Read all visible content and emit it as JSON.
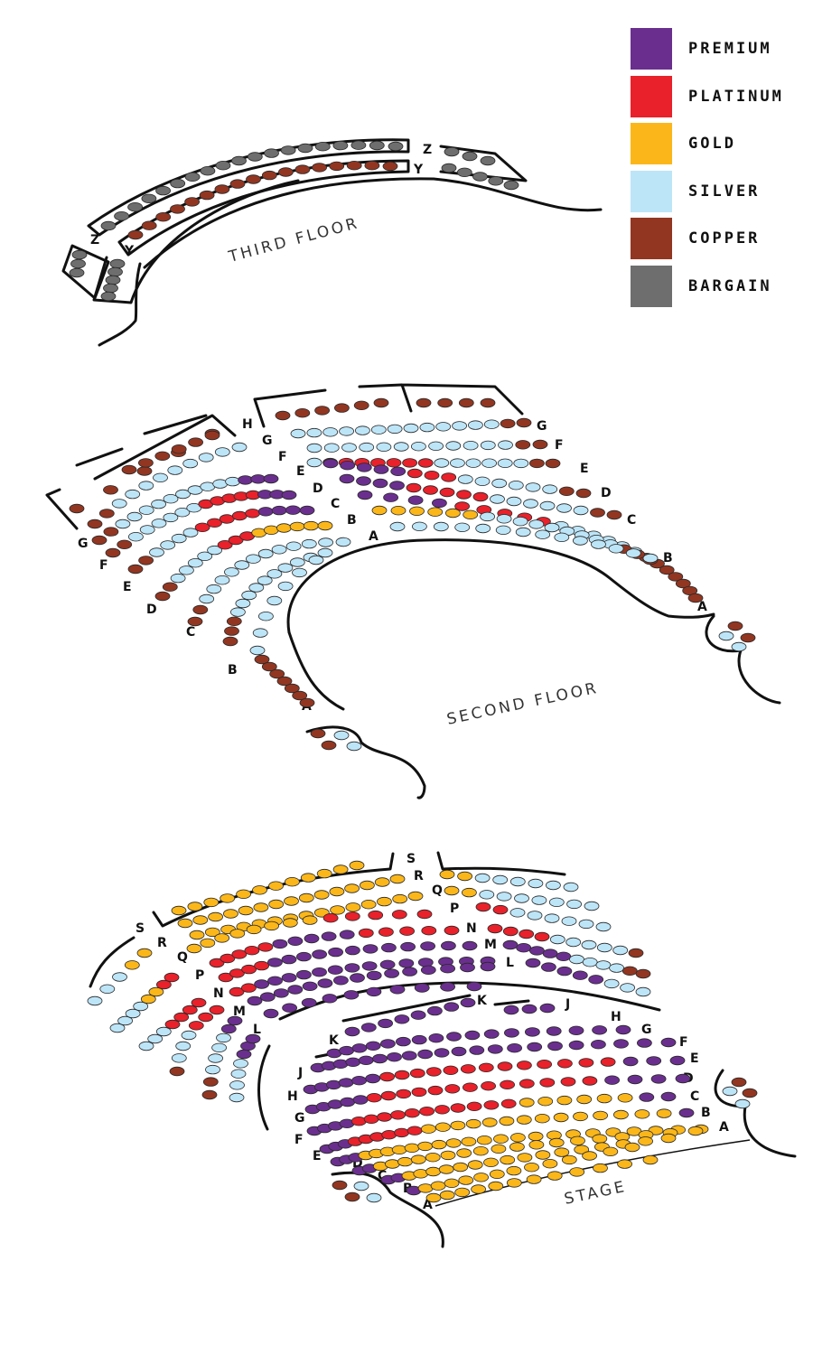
{
  "colors": {
    "premium": "#6a2f8e",
    "platinum": "#e8212a",
    "gold": "#fbb719",
    "silver": "#bde5f8",
    "copper": "#923621",
    "bargain": "#6e6e6e"
  },
  "legend": [
    {
      "key": "premium",
      "label": "PREMIUM"
    },
    {
      "key": "platinum",
      "label": "PLATINUM"
    },
    {
      "key": "gold",
      "label": "GOLD"
    },
    {
      "key": "silver",
      "label": "SILVER"
    },
    {
      "key": "copper",
      "label": "COPPER"
    },
    {
      "key": "bargain",
      "label": "BARGAIN"
    }
  ],
  "floors": {
    "third": "THIRD FLOOR",
    "second": "SECOND FLOOR",
    "stage": "STAGE"
  },
  "third_floor": {
    "rows": [
      "Z",
      "Y"
    ],
    "row_tiers": {
      "Z": "bargain",
      "Y": "copper"
    }
  },
  "second_floor": {
    "rows": [
      "H",
      "G",
      "F",
      "E",
      "D",
      "C",
      "B",
      "A"
    ],
    "tiers_in_use": [
      "premium",
      "platinum",
      "gold",
      "silver",
      "copper"
    ]
  },
  "first_floor": {
    "rows": [
      "S",
      "R",
      "Q",
      "P",
      "N",
      "M",
      "L",
      "K",
      "J",
      "H",
      "G",
      "F",
      "E",
      "D",
      "C",
      "B",
      "A"
    ],
    "tiers_in_use": [
      "premium",
      "platinum",
      "gold",
      "silver",
      "copper"
    ]
  }
}
